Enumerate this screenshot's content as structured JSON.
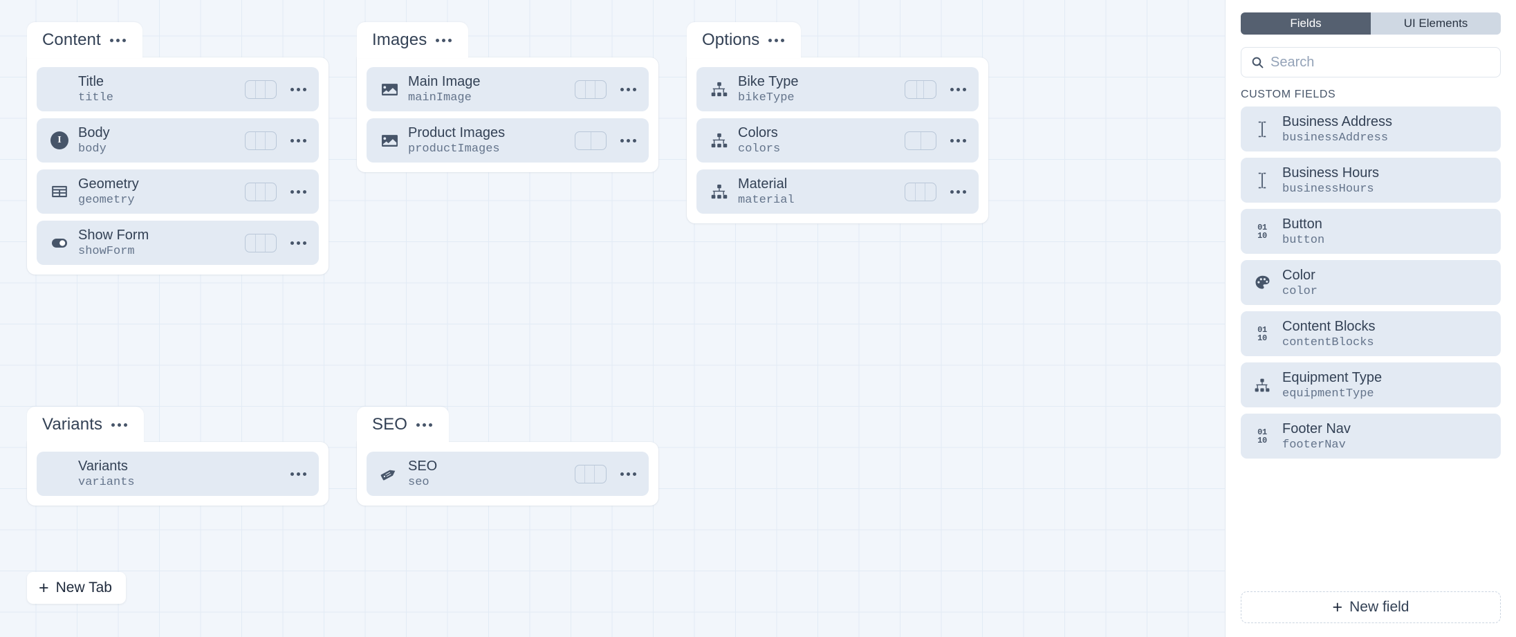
{
  "canvas": {
    "new_tab_label": "New Tab",
    "plus": "+",
    "groups": [
      {
        "id": "content",
        "title": "Content",
        "fields": [
          {
            "label": "Title",
            "key": "title",
            "icon": "none",
            "width_segments": [
              16,
              14,
              16
            ]
          },
          {
            "label": "Body",
            "key": "body",
            "icon": "richtext",
            "width_segments": [
              16,
              14,
              16
            ]
          },
          {
            "label": "Geometry",
            "key": "geometry",
            "icon": "table",
            "width_segments": [
              16,
              14,
              16
            ]
          },
          {
            "label": "Show Form",
            "key": "showForm",
            "icon": "toggle",
            "width_segments": [
              16,
              14,
              16
            ]
          }
        ]
      },
      {
        "id": "images",
        "title": "Images",
        "fields": [
          {
            "label": "Main Image",
            "key": "mainImage",
            "icon": "image",
            "width_segments": [
              16,
              14,
              16
            ]
          },
          {
            "label": "Product Images",
            "key": "productImages",
            "icon": "image",
            "width_segments": [
              24,
              22
            ]
          }
        ]
      },
      {
        "id": "options",
        "title": "Options",
        "fields": [
          {
            "label": "Bike Type",
            "key": "bikeType",
            "icon": "hierarchy",
            "width_segments": [
              18,
              10,
              18
            ]
          },
          {
            "label": "Colors",
            "key": "colors",
            "icon": "hierarchy",
            "width_segments": [
              24,
              22
            ]
          },
          {
            "label": "Material",
            "key": "material",
            "icon": "hierarchy",
            "width_segments": [
              16,
              14,
              16
            ]
          }
        ]
      },
      {
        "id": "variants",
        "title": "Variants",
        "fields": [
          {
            "label": "Variants",
            "key": "variants",
            "icon": "none",
            "width_segments": []
          }
        ]
      },
      {
        "id": "seo",
        "title": "SEO",
        "fields": [
          {
            "label": "SEO",
            "key": "seo",
            "icon": "tag",
            "width_segments": [
              14,
              14,
              14
            ]
          }
        ]
      }
    ]
  },
  "sidebar": {
    "tabs": [
      {
        "label": "Fields",
        "active": true
      },
      {
        "label": "UI Elements",
        "active": false
      }
    ],
    "search": {
      "placeholder": "Search",
      "value": ""
    },
    "section_label": "CUSTOM FIELDS",
    "new_field_label": "New field",
    "plus": "+",
    "items": [
      {
        "label": "Business Address",
        "key": "businessAddress",
        "icon": "text"
      },
      {
        "label": "Business Hours",
        "key": "businessHours",
        "icon": "text"
      },
      {
        "label": "Button",
        "key": "button",
        "icon": "binary"
      },
      {
        "label": "Color",
        "key": "color",
        "icon": "palette"
      },
      {
        "label": "Content Blocks",
        "key": "contentBlocks",
        "icon": "binary"
      },
      {
        "label": "Equipment Type",
        "key": "equipmentType",
        "icon": "hierarchy"
      },
      {
        "label": "Footer Nav",
        "key": "footerNav",
        "icon": "binary"
      }
    ]
  },
  "colors": {
    "canvas_bg": "#f2f6fb",
    "grid_line": "#e2ebf5",
    "panel_bg": "#ffffff",
    "row_bg": "#e3eaf3",
    "text_primary": "#334155",
    "text_muted": "#64748b",
    "accent_dark": "#556070"
  }
}
